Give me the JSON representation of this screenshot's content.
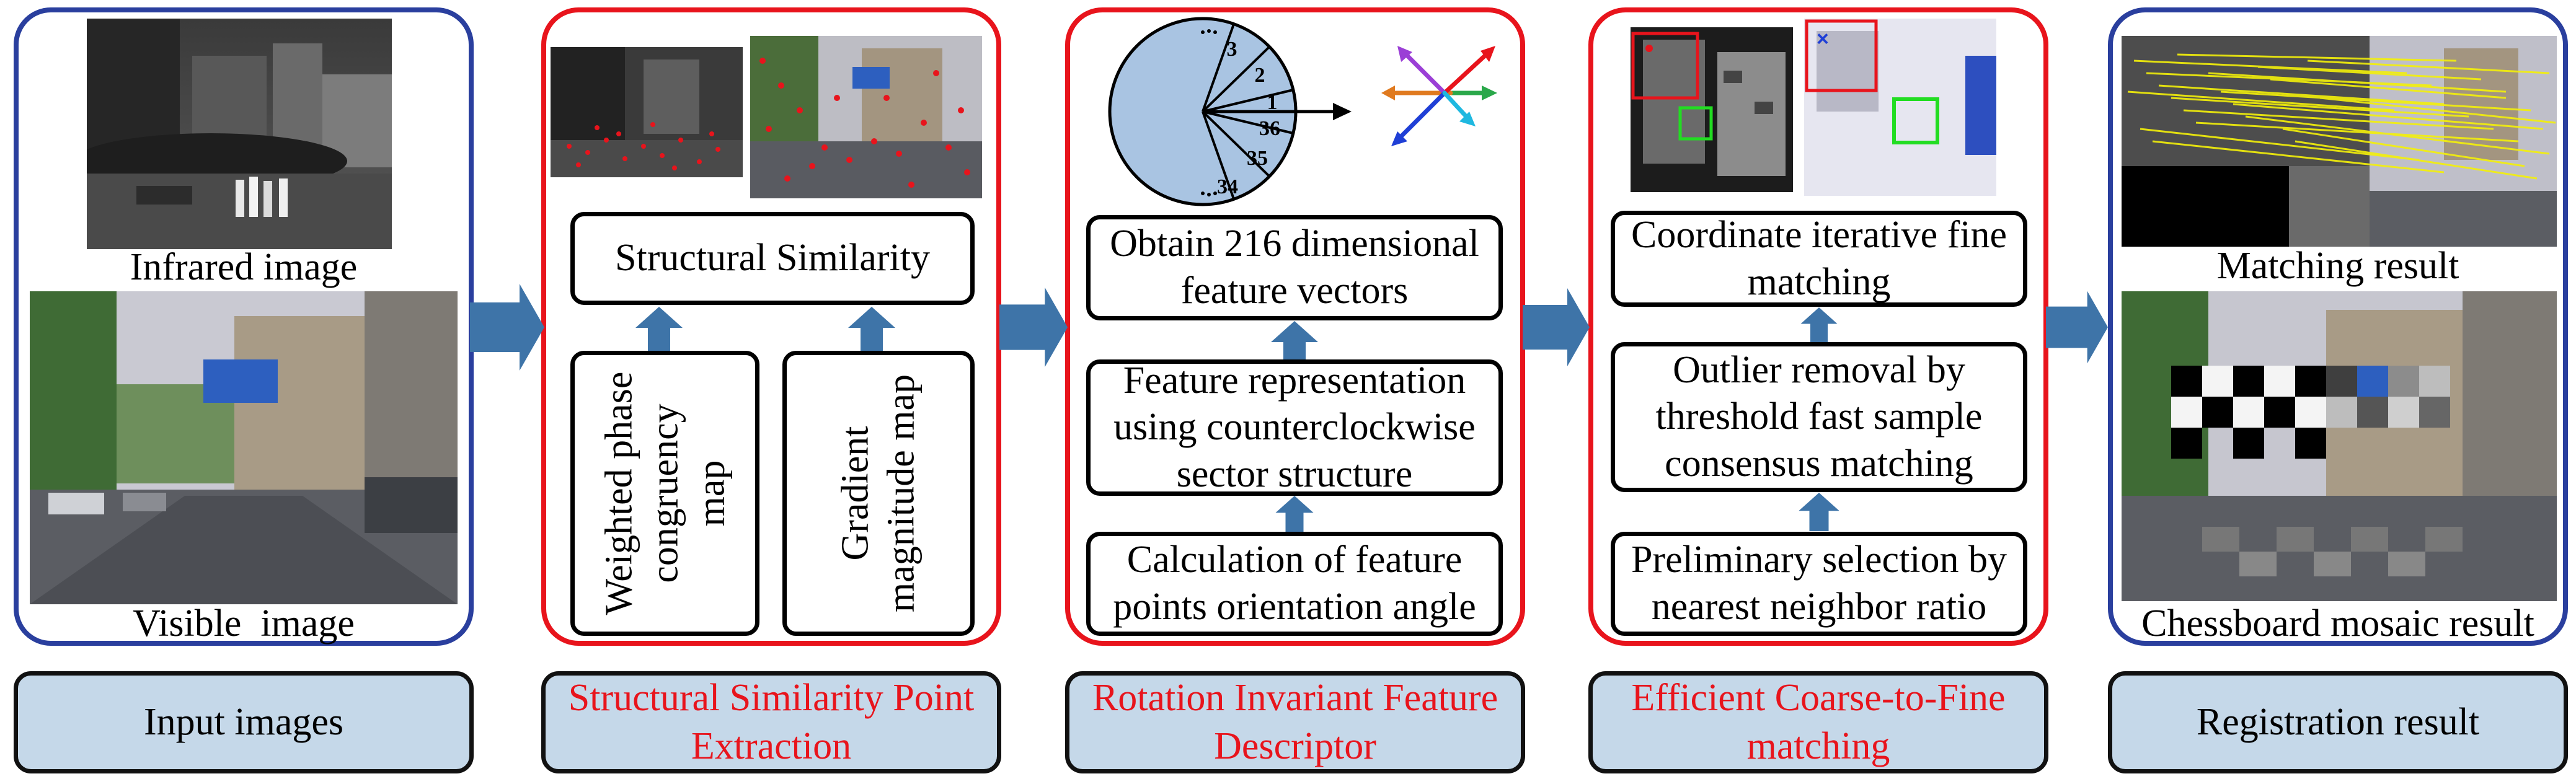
{
  "input": {
    "caption_infrared": "Infrared image",
    "caption_visible": "Visible  image",
    "label": "Input images"
  },
  "ssp": {
    "top_box": "Structural Similarity",
    "left_box": "Weighted phase\ncongruency\nmap",
    "right_box": "Gradient\nmagnitude map",
    "label": "Structural Similarity Point\nExtraction"
  },
  "rifd": {
    "sector_labels": [
      "3",
      "2",
      "1",
      "36",
      "35",
      "34"
    ],
    "box1": "Obtain 216 dimensional\nfeature vectors",
    "box2": "Feature representation\nusing counterclockwise\nsector structure",
    "box3": "Calculation of feature\npoints orientation angle",
    "label": "Rotation Invariant Feature\nDescriptor"
  },
  "ectf": {
    "box1": "Coordinate iterative fine\nmatching",
    "box2": "Outlier removal by\nthreshold fast sample\nconsensus matching",
    "box3": "Preliminary selection by\nnearest neighbor ratio",
    "label": "Efficient Coarse-to-Fine\nmatching"
  },
  "result": {
    "caption_matching": "Matching result",
    "caption_mosaic": "Chessboard mosaic result",
    "label": "Registration result"
  },
  "colors": {
    "blue_border": "#2a3f9e",
    "red_border": "#e8141c",
    "label_fill": "#c5d8e9",
    "arrow_fill": "#3e74a8",
    "pie_fill": "#a9c4e2"
  }
}
